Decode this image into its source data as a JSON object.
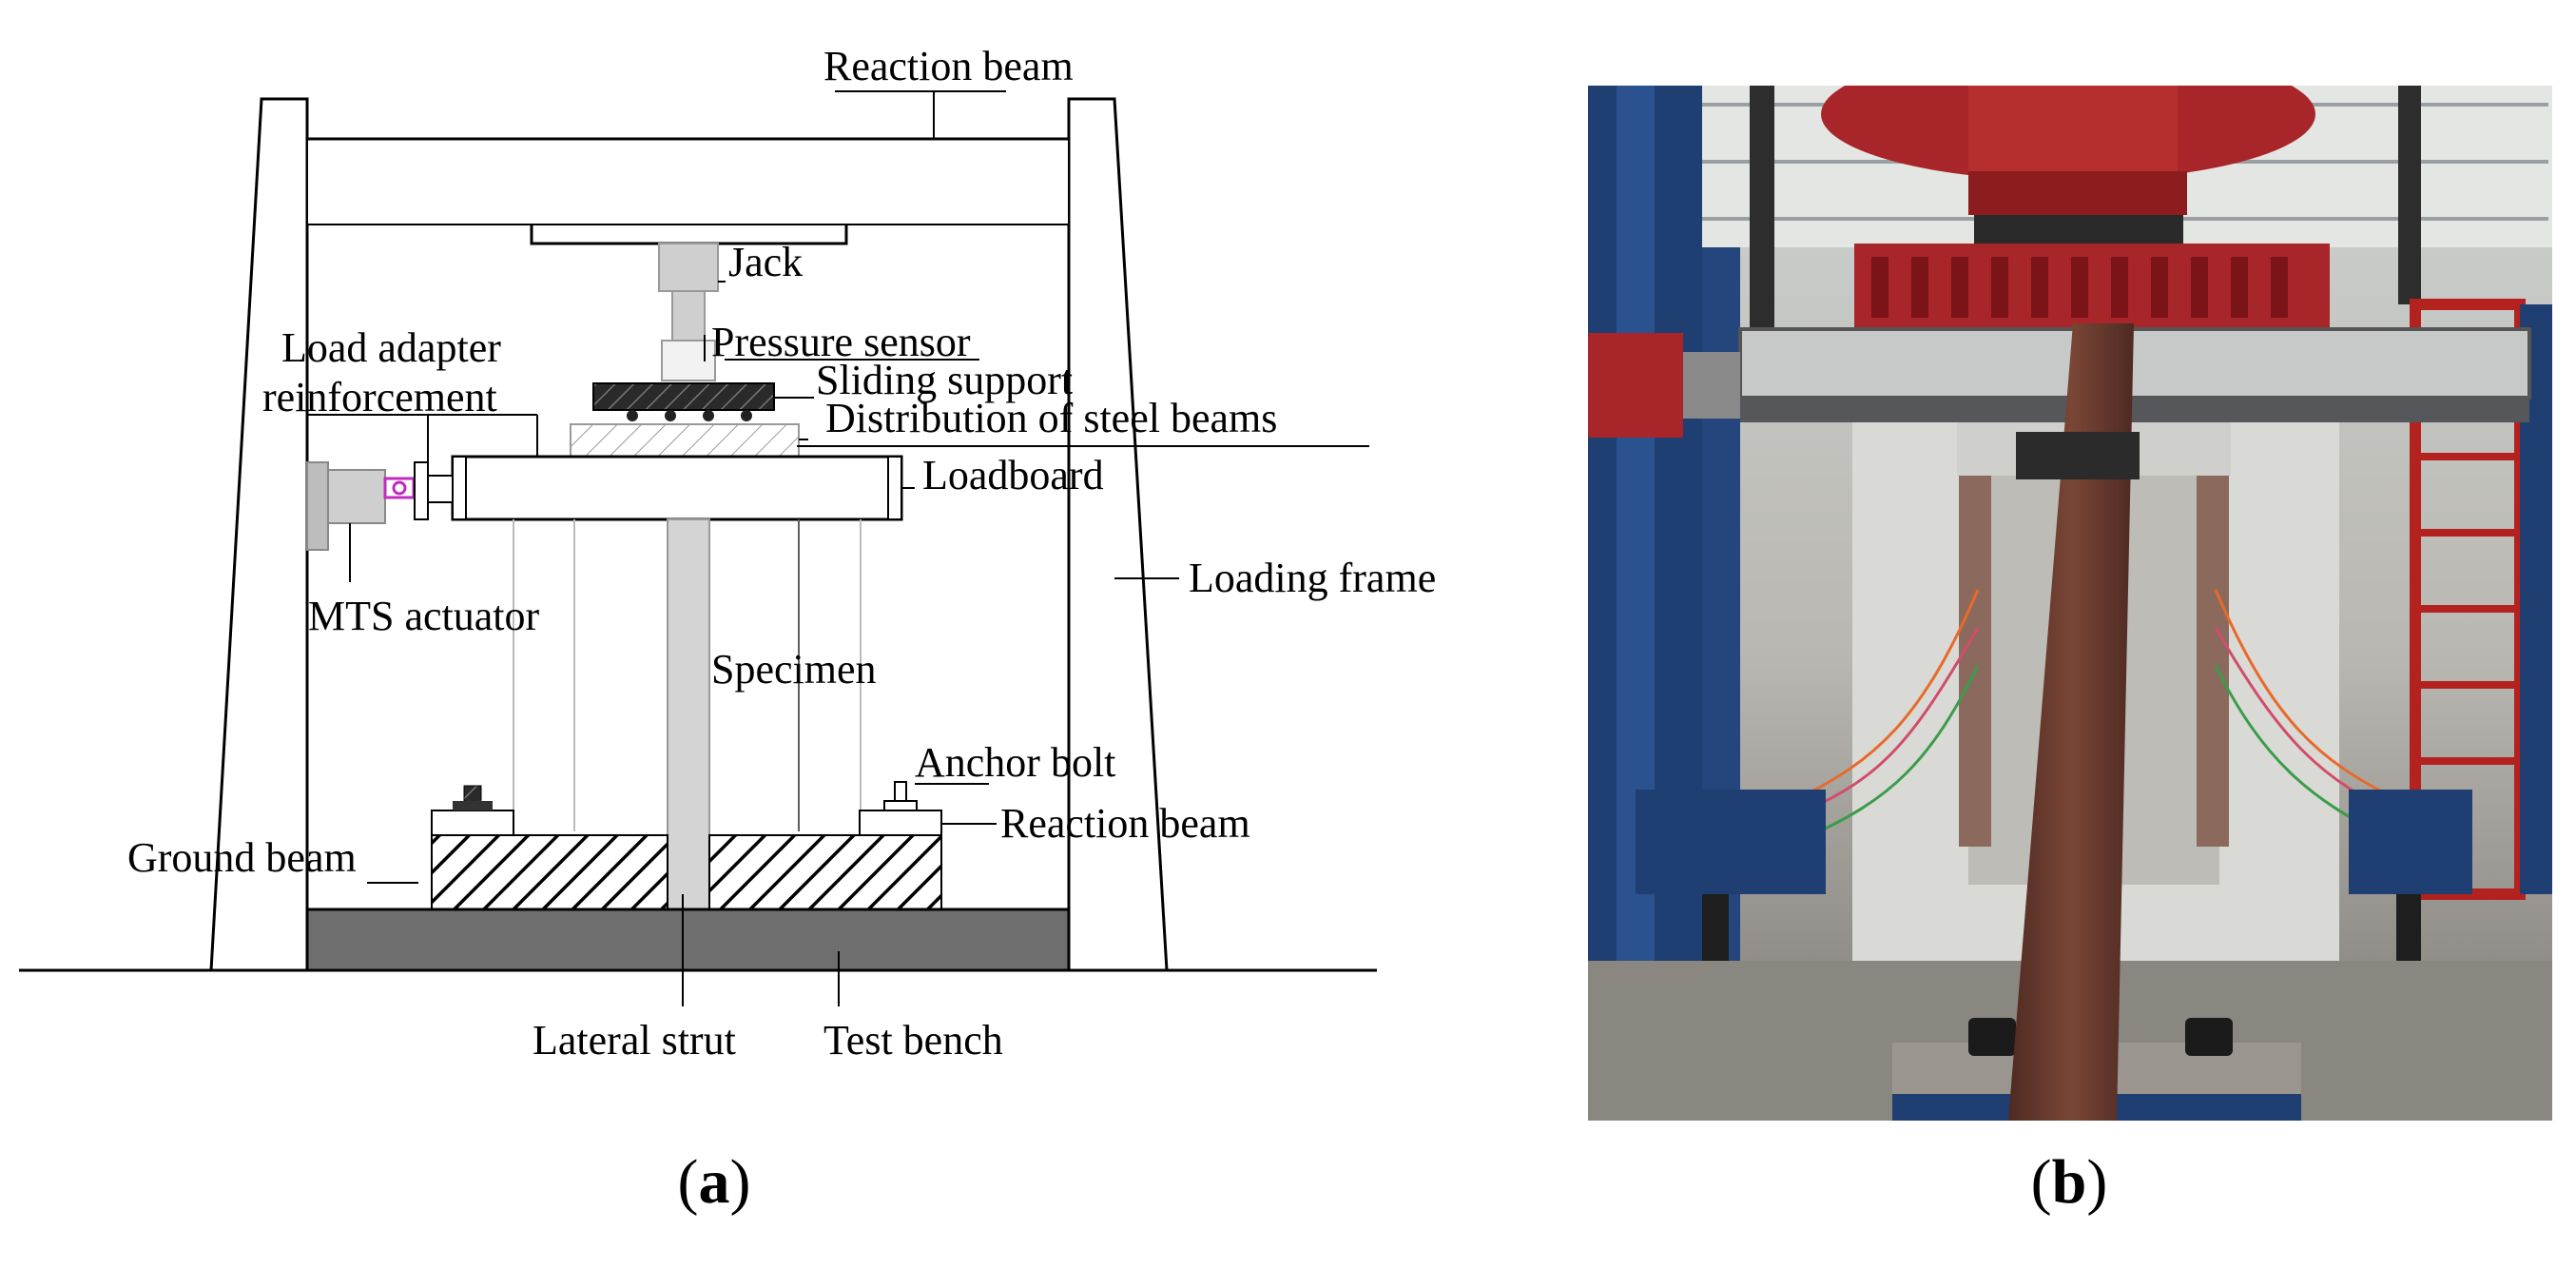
{
  "panel_a": {
    "caption": "(a)",
    "caption_parts": [
      "(",
      "a",
      ")"
    ],
    "labels": {
      "reaction_beam_top": "Reaction beam",
      "jack": "Jack",
      "pressure_sensor": "Pressure sensor",
      "load_adapter": "Load adapter",
      "reinforcement": "reinforcement",
      "sliding_support": "Sliding support",
      "distribution_steel_beams": "Distribution of steel beams",
      "loadboard": "Loadboard",
      "loading_frame": "Loading frame",
      "mts_actuator": "MTS actuator",
      "specimen": "Specimen",
      "anchor_bolt": "Anchor bolt",
      "reaction_beam_right": "Reaction beam",
      "ground_beam": "Ground beam",
      "lateral_strut": "Lateral strut",
      "test_bench": "Test bench"
    }
  },
  "panel_b": {
    "caption": "(b)",
    "caption_parts": [
      "(",
      "b",
      ")"
    ],
    "photo_subject": "laboratory photograph of test setup with red loading frame, concrete specimen and strain-gauge wires"
  },
  "colors": {
    "line": "#000000",
    "hatch_fill": "#ffffff",
    "test_bench": "#6e6e6e",
    "specimen": "#d4d4d4",
    "photo_red": "#a8252a",
    "photo_blue": "#1f3e72",
    "photo_concrete": "#d9d9d6",
    "photo_floor": "#8a8680",
    "photo_strut": "#6b3a2e"
  }
}
